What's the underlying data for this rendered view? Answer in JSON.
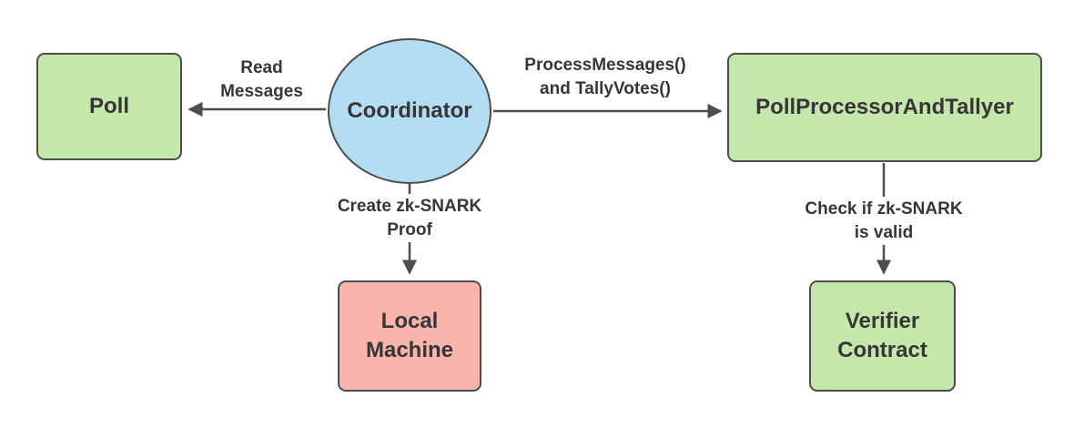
{
  "diagram": {
    "background": "#ffffff",
    "stroke_color": "#4d4d4d",
    "text_color": "#363636",
    "nodes": {
      "poll": {
        "label": "Poll",
        "shape": "rounded-rect",
        "fill": "#c6e7ab"
      },
      "coordinator": {
        "label": "Coordinator",
        "shape": "ellipse",
        "fill": "#b3def2"
      },
      "poll_processor": {
        "label": "PollProcessorAndTallyer",
        "shape": "rounded-rect",
        "fill": "#c6e7ab"
      },
      "local_machine": {
        "label": "Local\nMachine",
        "shape": "rounded-rect",
        "fill": "#f9b4ab"
      },
      "verifier_contract": {
        "label": "Verifier\nContract",
        "shape": "rounded-rect",
        "fill": "#c6e7ab"
      }
    },
    "edges": {
      "read_messages": {
        "from": "Coordinator",
        "to": "Poll",
        "label": "Read\nMessages"
      },
      "process_messages": {
        "from": "Coordinator",
        "to": "PollProcessorAndTallyer",
        "label": "ProcessMessages()\nand TallyVotes()"
      },
      "create_proof": {
        "from": "Coordinator",
        "to": "Local Machine",
        "label": "Create zk-SNARK\nProof"
      },
      "check_proof": {
        "from": "PollProcessorAndTallyer",
        "to": "Verifier Contract",
        "label": "Check if zk-SNARK\nis valid"
      }
    }
  }
}
